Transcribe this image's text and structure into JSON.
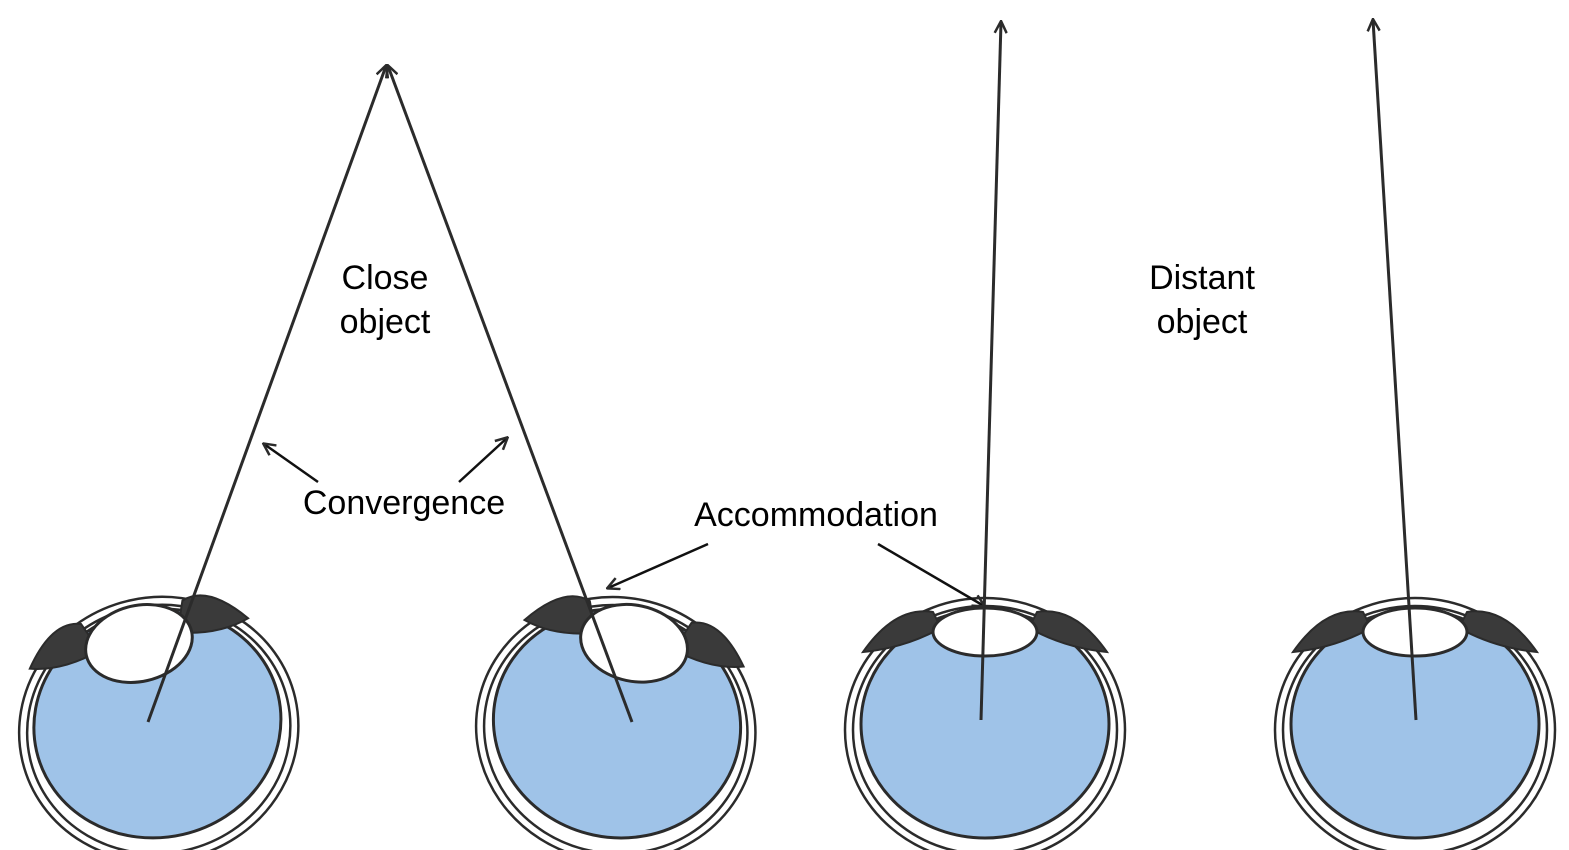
{
  "diagram": {
    "colors": {
      "eye_fill": "#9fc3e8",
      "muscle_fill": "#3a3a3a",
      "line": "#2b2b2b"
    },
    "labels": {
      "close_object_line1": "Close",
      "close_object_line2": "object",
      "distant_object_line1": "Distant",
      "distant_object_line2": "object",
      "convergence": "Convergence",
      "accommodation": "Accommodation"
    },
    "eyes": [
      {
        "id": "eye-close-left",
        "focus": "near"
      },
      {
        "id": "eye-close-right",
        "focus": "near"
      },
      {
        "id": "eye-distant-left",
        "focus": "far"
      },
      {
        "id": "eye-distant-right",
        "focus": "far"
      }
    ]
  }
}
